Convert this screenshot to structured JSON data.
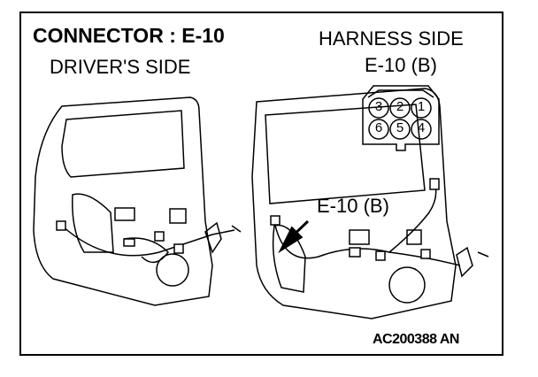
{
  "title": "CONNECTOR : E-10",
  "subtitle": "DRIVER'S SIDE",
  "harness_side_label": "HARNESS SIDE",
  "harness_connector_label": "E-10 (B)",
  "callout_label": "E-10 (B)",
  "figure_code": "AC200388 AN",
  "connector_pins": {
    "top_row": [
      "3",
      "2",
      "1"
    ],
    "bottom_row": [
      "6",
      "5",
      "4"
    ]
  }
}
